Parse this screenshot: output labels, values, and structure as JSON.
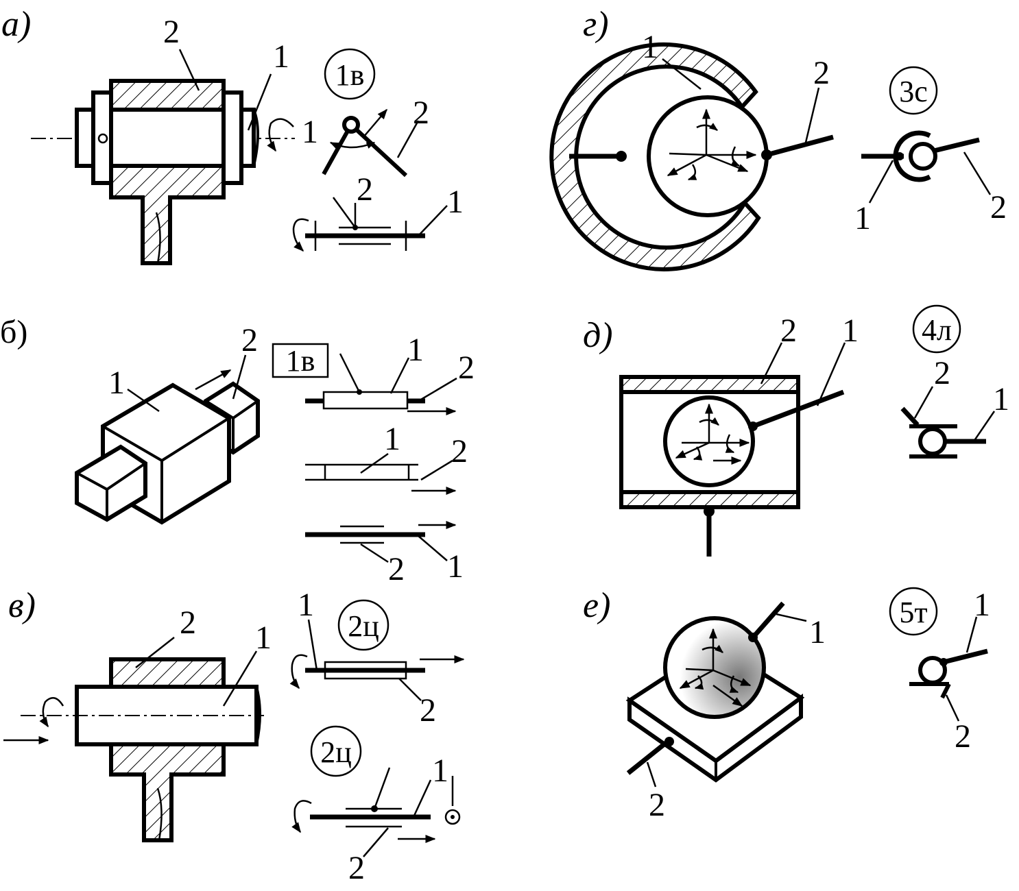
{
  "panels": {
    "a": {
      "letter": "а)",
      "badge": "1в",
      "n1": "1",
      "n2": "2"
    },
    "b": {
      "letter": "б)",
      "badge": "1в",
      "n1": "1",
      "n2": "2"
    },
    "v": {
      "letter": "в)",
      "badge": "2ц",
      "badge2": "2ц",
      "n1": "1",
      "n2": "2"
    },
    "g": {
      "letter": "г)",
      "badge": "3с",
      "n1": "1",
      "n2": "2"
    },
    "d": {
      "letter": "д)",
      "badge": "4л",
      "n1": "1",
      "n2": "2"
    },
    "e": {
      "letter": "е)",
      "badge": "5т",
      "n1": "1",
      "n2": "2"
    }
  }
}
